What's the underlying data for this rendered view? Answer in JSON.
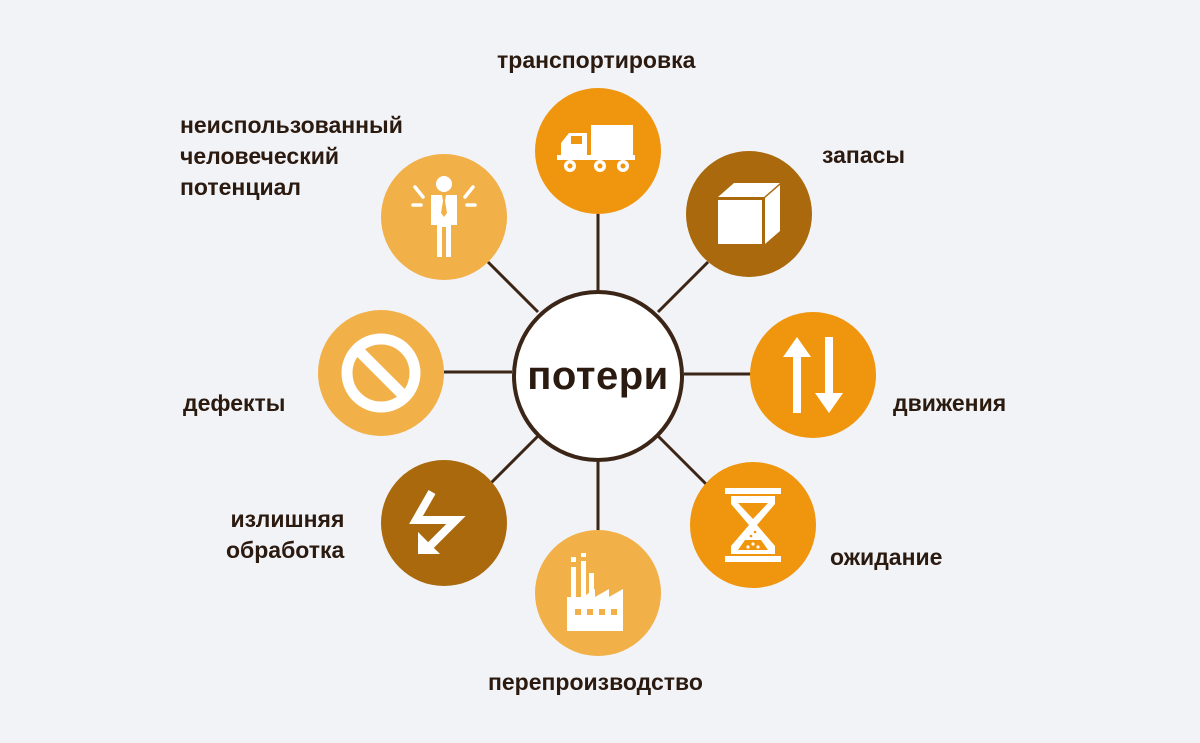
{
  "center": {
    "label": "потери"
  },
  "colors": {
    "background": "#f2f3f6",
    "orange": "#f0960e",
    "brown": "#a9690c",
    "light_orange": "#f2b049",
    "line": "#3b2516",
    "text": "#2b1a10"
  },
  "nodes": [
    {
      "id": "transport",
      "label": "транспортировка",
      "icon": "truck-icon",
      "color": "orange"
    },
    {
      "id": "inventory",
      "label": "запасы",
      "icon": "box-icon",
      "color": "brown"
    },
    {
      "id": "motion",
      "label": "движения",
      "icon": "up-down-arrows-icon",
      "color": "orange"
    },
    {
      "id": "waiting",
      "label": "ожидание",
      "icon": "hourglass-icon",
      "color": "orange"
    },
    {
      "id": "overproduction",
      "label": "перепроизводство",
      "icon": "factory-icon",
      "color": "light_orange"
    },
    {
      "id": "overprocessing",
      "label_lines": [
        "излишняя",
        "обработка"
      ],
      "icon": "zigzag-arrow-icon",
      "color": "brown"
    },
    {
      "id": "defects",
      "label": "дефекты",
      "icon": "prohibited-icon",
      "color": "light_orange"
    },
    {
      "id": "talent",
      "label_lines": [
        "неиспользованный",
        "человеческий",
        "потенциал"
      ],
      "icon": "person-icon",
      "color": "light_orange"
    }
  ]
}
